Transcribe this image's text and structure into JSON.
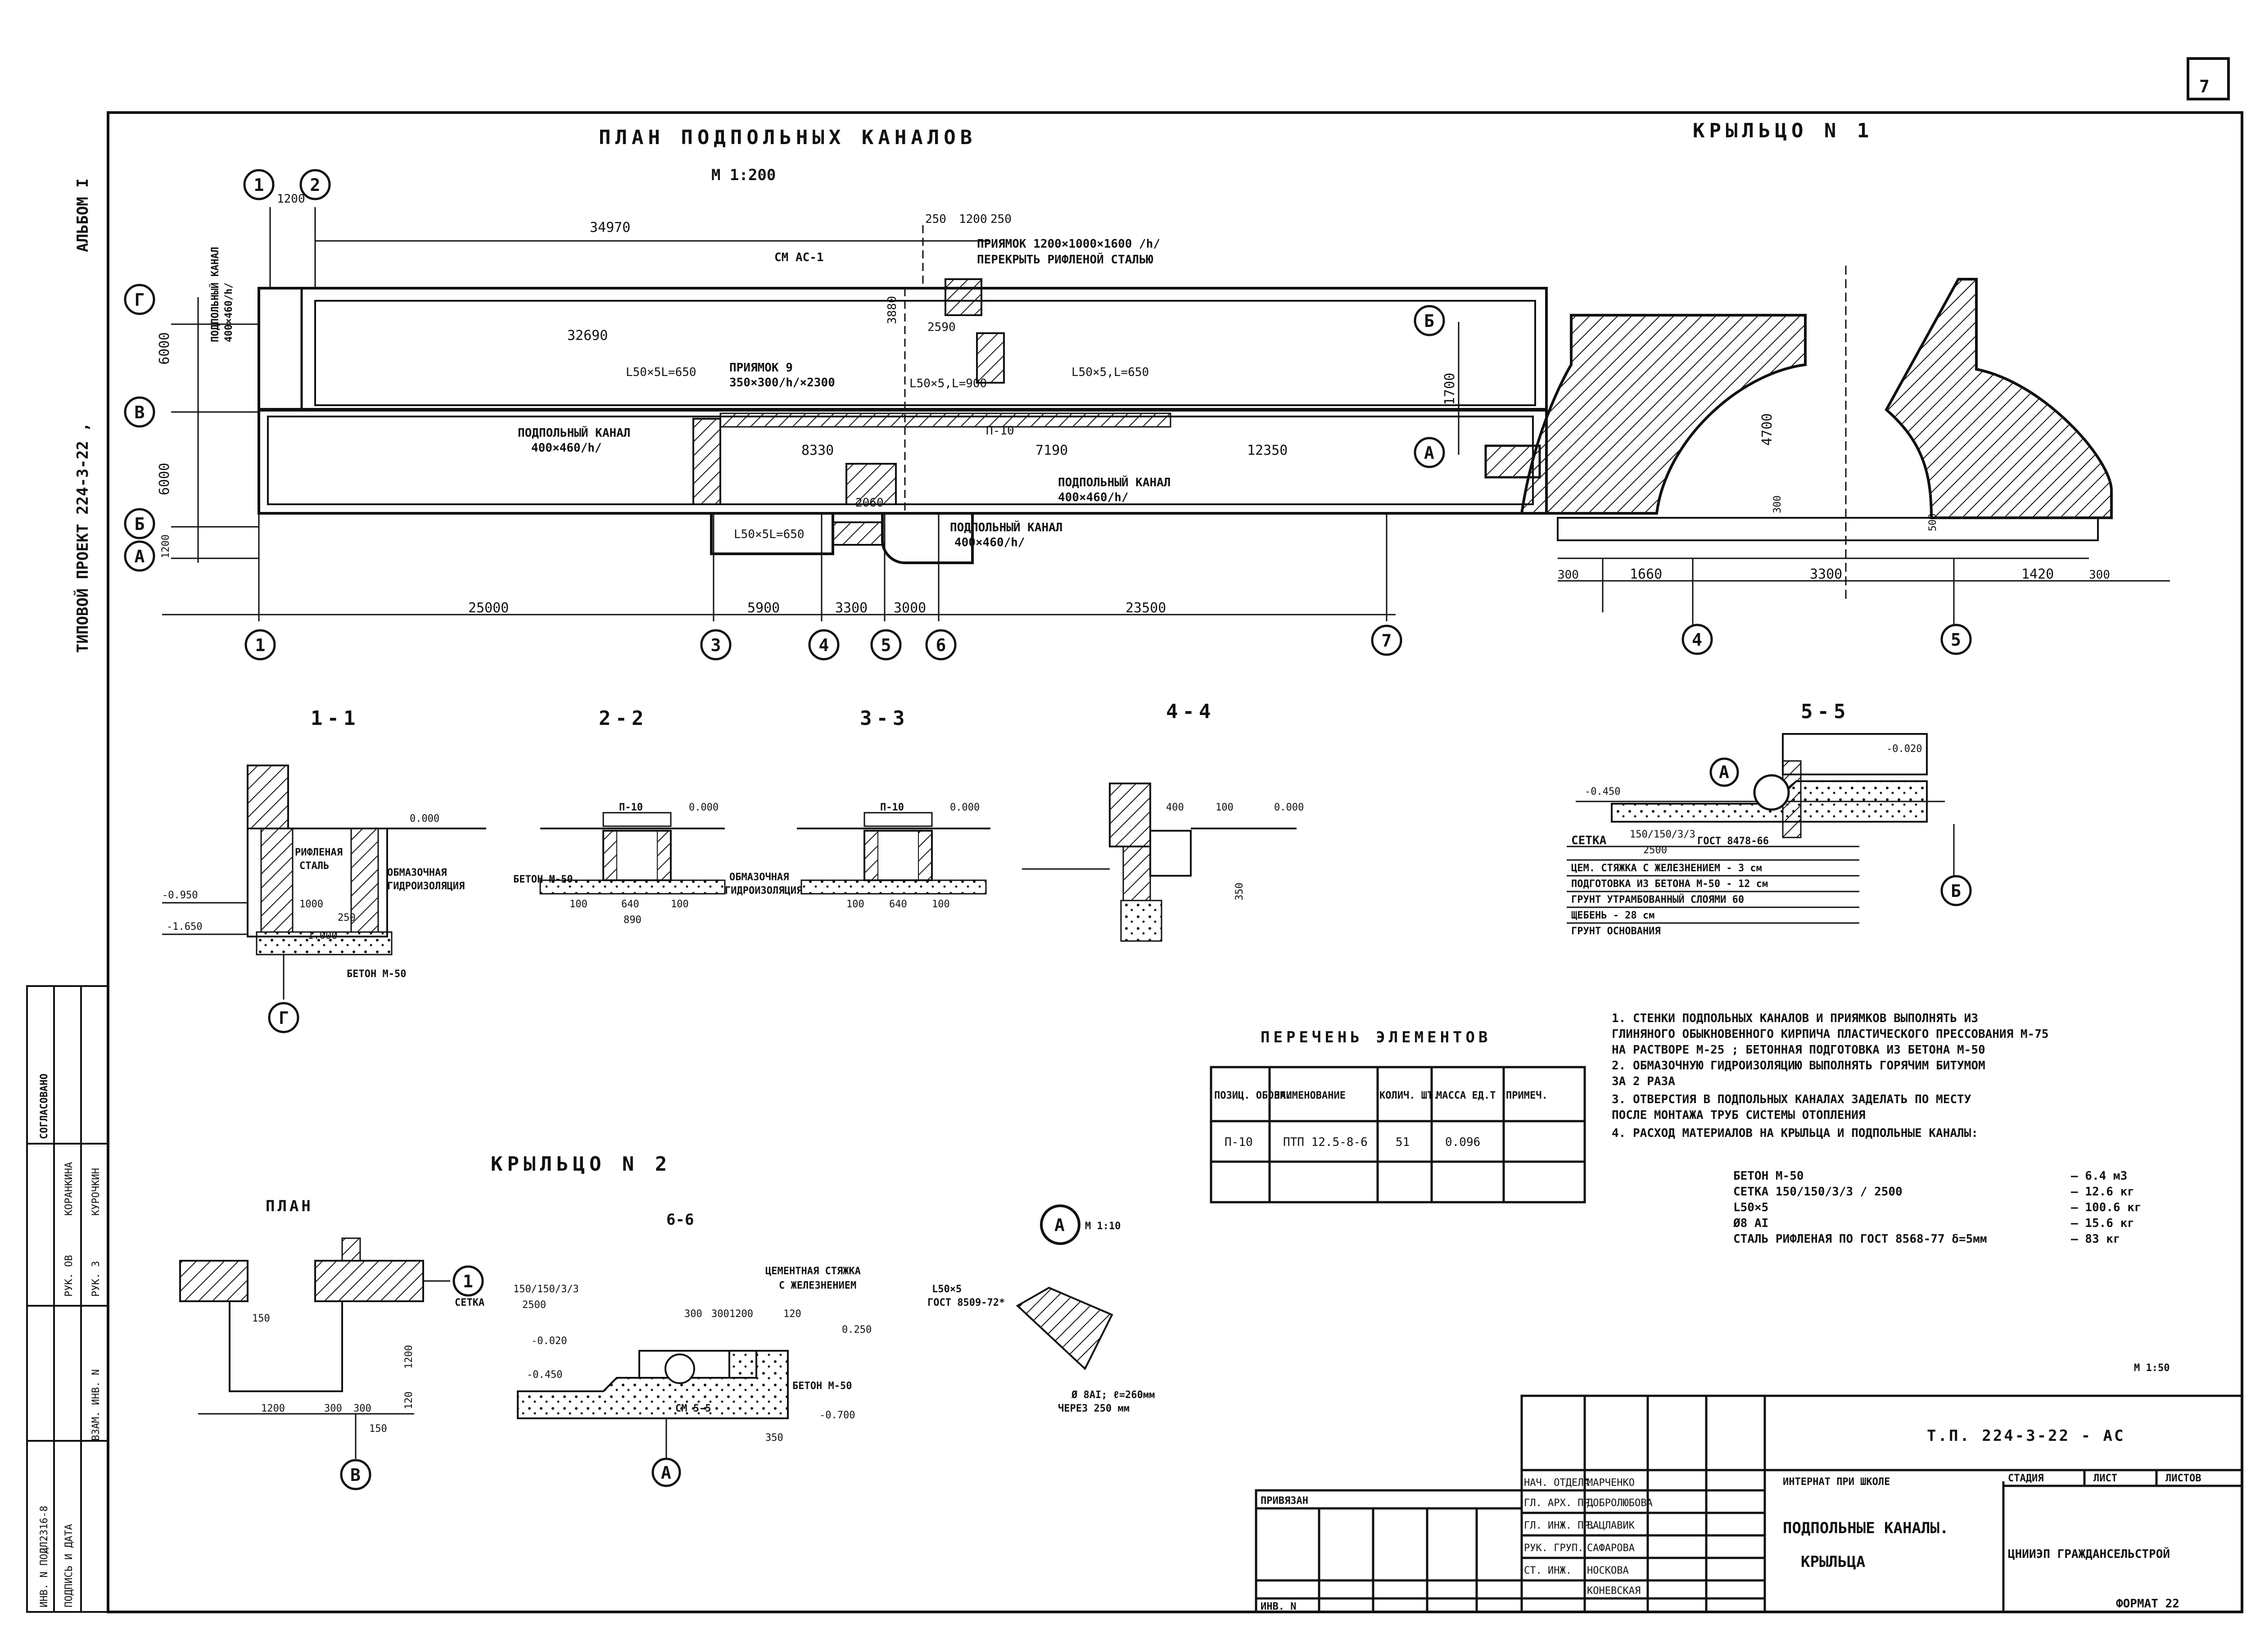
{
  "sheet_number": "7",
  "left_margin": {
    "project": "ТИПОВОЙ  ПРОЕКТ  224-3-22 ,",
    "album": "АЛЬБОМ I"
  },
  "approval": {
    "heading": "СОГЛАСОВАНО",
    "roles": [
      "РУК. ОВ",
      "РУК. З"
    ],
    "names": [
      "КОРАНКИНА",
      "КУРОЧКИН"
    ]
  },
  "stamp_left": {
    "cols": [
      "ИНВ. N ПОДЛ.",
      "ПОДПИСЬ И ДАТА",
      "ВЗАМ. ИНВ. N"
    ],
    "inv": "2 2316-8"
  },
  "plan": {
    "title": "ПЛАН  ПОДПОЛЬНЫХ  КАНАЛОВ",
    "scale": "М 1:200",
    "axes_bottom": [
      "1",
      "3",
      "4",
      "5",
      "6",
      "7"
    ],
    "axes_left": [
      "Г",
      "В",
      "Б",
      "А"
    ],
    "axes_top": [
      "1",
      "2"
    ],
    "dims_bottom": [
      "25000",
      "5900",
      "3300",
      "3000",
      "23500"
    ],
    "dims_left": [
      "6000",
      "6000",
      "1200"
    ],
    "dims_top": [
      "34970",
      "250",
      "1200",
      "250",
      "1200"
    ],
    "dims_inner": [
      "32690",
      "3880",
      "8330",
      "12350",
      "7190",
      "2590",
      "2060"
    ],
    "labels": {
      "cm_ac1": "СМ АС-1",
      "pit1": "ПРИЯМОК 1200×1000×1600 /h/",
      "pit1_cover": "ПЕРЕКРЫТЬ РИФЛЕНОЙ СТАЛЬЮ",
      "pit9": "ПРИЯМОК 9",
      "pit9_size": "350×300/h/×2300",
      "angle1": "L50×5L=650",
      "angle2": "L50×5,L=650",
      "angle3": "L50×5,L=900",
      "angle4": "L50×5L=650",
      "canal_left": "ПОДПОЛЬНЫЙ КАНАЛ",
      "canal_left_size": "400×460/h/",
      "canal_mid": "ПОДПОЛЬНЫЙ КАНАЛ",
      "canal_mid_size": "400×460/h/",
      "canal_bot": "ПОДПОЛЬНЫЙ КАНАЛ",
      "canal_bot_size": "400×460/h/",
      "canal_vert": "ПОДПОЛЬНЫЙ КАНАЛ",
      "canal_vert_size": "400×460/h/",
      "p10": "П-10"
    }
  },
  "porch1": {
    "title": "КРЫЛЬЦО  N 1",
    "dims_bottom": [
      "300",
      "1660",
      "3300",
      "1420",
      "300"
    ],
    "dims_left": [
      "1700"
    ],
    "dims_inner": [
      "4700",
      "300",
      "500"
    ],
    "axes_bottom": [
      "4",
      "5"
    ],
    "axes_left": [
      "Б",
      "А"
    ]
  },
  "sections": {
    "s1": {
      "title": "1-1",
      "labels": [
        "РИФЛЕНАЯ",
        "СТАЛЬ",
        "ОБМАЗОЧНАЯ",
        "ГИДРОИЗОЛЯЦИЯ",
        "БЕТОН М-50",
        "0.000",
        "-0.950",
        "-1.650",
        "1000",
        "-1.000",
        "250",
        "Г"
      ]
    },
    "s2": {
      "title": "2-2",
      "labels": [
        "П-10",
        "0.000",
        "БЕТОН М-50",
        "100",
        "640",
        "100",
        "890",
        "ОБМАЗОЧНАЯ",
        "ГИДРОИЗОЛЯЦИЯ"
      ]
    },
    "s3": {
      "title": "3-3",
      "labels": [
        "П-10",
        "0.000",
        "100",
        "640",
        "100"
      ]
    },
    "s4": {
      "title": "4-4",
      "labels": [
        "400",
        "100",
        "0.000",
        "350"
      ]
    }
  },
  "section55": {
    "title": "5-5",
    "top_marks": [
      "-0.020",
      "-0.450"
    ],
    "mesh": "СЕТКА",
    "mesh_spec": "150/150/3/3",
    "mesh_len": "2500",
    "gost": "ГОСТ 8478-66",
    "layers": [
      "ЦЕМ. СТЯЖКА С ЖЕЛЕЗНЕНИЕМ - 3 см",
      "ПОДГОТОВКА ИЗ БЕТОНА М-50 - 12 см",
      "ГРУНТ УТРАМБОВАННЫЙ СЛОЯМИ 60",
      "ЩЕБЕНЬ - 28 см",
      "ГРУНТ ОСНОВАНИЯ"
    ],
    "axis": "Б",
    "callout": "A"
  },
  "elements": {
    "title": "ПЕРЕЧЕНЬ  ЭЛЕМЕНТОВ",
    "headers": [
      "ПОЗИЦ. ОБОЗН.",
      "НАИМЕНОВАНИЕ",
      "КОЛИЧ. ШТ.",
      "МАССА ЕД.Т",
      "ПРИМЕЧ."
    ],
    "rows": [
      [
        "П-10",
        "ПТП 12.5-8-6",
        "51",
        "0.096",
        ""
      ]
    ]
  },
  "notes": [
    "1. СТЕНКИ ПОДПОЛЬНЫХ КАНАЛОВ И ПРИЯМКОВ ВЫПОЛНЯТЬ ИЗ",
    "   ГЛИНЯНОГО ОБЫКНОВЕННОГО КИРПИЧА ПЛАСТИЧЕСКОГО ПРЕССОВАНИЯ М-75",
    "   НА РАСТВОРЕ М-25 ; БЕТОННАЯ ПОДГОТОВКА ИЗ БЕТОНА М-50",
    "2. ОБМАЗОЧНУЮ ГИДРОИЗОЛЯЦИЮ ВЫПОЛНЯТЬ ГОРЯЧИМ БИТУМОМ",
    "   ЗА 2 РАЗА",
    "3. ОТВЕРСТИЯ В ПОДПОЛЬНЫХ КАНАЛАХ ЗАДЕЛАТЬ ПО МЕСТУ",
    "   ПОСЛЕ МОНТАЖА ТРУБ СИСТЕМЫ ОТОПЛЕНИЯ",
    "4. РАСХОД МАТЕРИАЛОВ НА КРЫЛЬЦА И ПОДПОЛЬНЫЕ КАНАЛЫ:"
  ],
  "materials": [
    {
      "name": "БЕТОН М-50",
      "qty": "— 6.4 м3"
    },
    {
      "name": "СЕТКА  150/150/3/3 / 2500",
      "qty": "— 12.6 кг"
    },
    {
      "name": "L50×5",
      "qty": "— 100.6 кг"
    },
    {
      "name": "Ø8 AI",
      "qty": "— 15.6 кг"
    },
    {
      "name": "СТАЛЬ РИФЛЕНАЯ ПО ГОСТ 8568-77 δ=5мм",
      "qty": "— 83 кг"
    }
  ],
  "porch2": {
    "title": "КРЫЛЬЦО  N 2",
    "plan_label": "ПЛАН",
    "section_label": "6-6",
    "callout": "A",
    "callout_scale": "М 1:10",
    "labels": {
      "mesh": "СЕТКА",
      "mesh_spec": "150/150/3/3",
      "mesh_len": "2500",
      "screed": "ЦЕМЕНТНАЯ СТЯЖКА",
      "screed2": "С ЖЕЛЕЗНЕНИЕМ",
      "concrete": "БЕТОН М-50",
      "cm": "СМ 5-5",
      "angle": "L50×5",
      "gost": "ГОСТ 8509-72*",
      "bar": "Ø 8AI; ℓ=260мм",
      "bar2": "ЧЕРЕЗ 250 мм",
      "scale50": "М 1:50"
    },
    "dims": [
      "150",
      "1200",
      "120",
      "1200",
      "300",
      "300",
      "150",
      "300",
      "300",
      "1200",
      "120",
      "350",
      "0.250",
      "-0.020",
      "-0.450",
      "-0.700"
    ],
    "axes": [
      "1",
      "В"
    ]
  },
  "title_block": {
    "code": "Т.П. 224-3-22 - АС",
    "org_top": "ИНТЕРНАТ  ПРИ  ШКОЛЕ",
    "title1": "ПОДПОЛЬНЫЕ  КАНАЛЫ.",
    "title2": "КРЫЛЬЦА",
    "stage_headers": [
      "СТАДИЯ",
      "ЛИСТ",
      "ЛИСТОВ"
    ],
    "org": "ЦНИИЭП ГРАЖДАНСЕЛЬСТРОЙ",
    "format": "ФОРМАТ 22",
    "privyazan": "ПРИВЯЗАН",
    "inv": "ИНВ. N",
    "rows": [
      [
        "НАЧ. ОТДЕЛА",
        "МАРЧЕНКО"
      ],
      [
        "ГЛ. АРХ. ПР.",
        "ДОБРОЛЮБОВА"
      ],
      [
        "ГЛ. ИНЖ. ПР.",
        "ВАЦЛАВИК"
      ],
      [
        "РУК. ГРУП.",
        "САФАРОВА"
      ],
      [
        "СТ. ИНЖ.",
        "НОСКОВА"
      ],
      [
        "",
        "КОНЕВСКАЯ"
      ]
    ]
  }
}
